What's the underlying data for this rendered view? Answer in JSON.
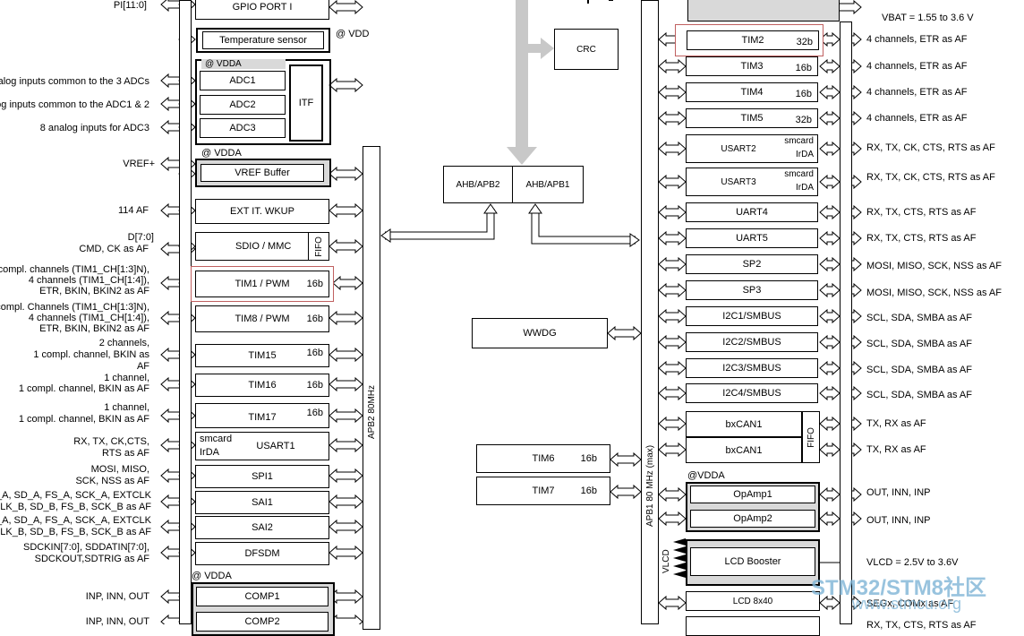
{
  "left_signals": {
    "pi": "PI[11:0]",
    "adc_common3": "alog inputs common to the 3 ADCs",
    "adc_common12": "og inputs common to the ADC1 & 2",
    "adc3_inputs": "8 analog inputs for ADC3",
    "vref": "VREF+",
    "af114": "114 AF",
    "d70": "D[7:0]",
    "cmd_ck": "CMD, CK as AF",
    "tim1_a": "compl. channels (TIM1_CH[1:3]N),",
    "tim1_b": "4 channels (TIM1_CH[1:4]),",
    "tim1_c": "ETR, BKIN, BKIN2 as AF",
    "tim8_a": "compl. Channels (TIM1_CH[1:3]N),",
    "tim8_b": "4 channels (TIM1_CH[1:4]),",
    "tim8_c": "ETR, BKIN, BKIN2 as AF",
    "tim15_a": "2 channels,",
    "tim15_b": "1 compl. channel, BKIN as",
    "tim15_c": "AF",
    "tim16_a": "1 channel,",
    "tim16_b": "1 compl. channel, BKIN as AF",
    "tim17_a": "1 channel,",
    "tim17_b": "1 compl. channel, BKIN as AF",
    "usart1_a": "RX, TX, CK,CTS,",
    "usart1_b": "RTS as AF",
    "spi1_a": "MOSI, MISO,",
    "spi1_b": "SCK, NSS as AF",
    "sai1_a": "_A, SD_A, FS_A, SCK_A, EXTCLK",
    "sai1_b": "CLK_B, SD_B, FS_B, SCK_B as AF",
    "sai2_a": "_A, SD_A, FS_A, SCK_A, EXTCLK",
    "sai2_b": "CLK_B, SD_B, FS_B, SCK_B as AF",
    "dfsdm_a": "SDCKIN[7:0], SDDATIN[7:0],",
    "dfsdm_b": "SDCKOUT,SDTRIG as AF",
    "comp1": "INP, INN, OUT",
    "comp2": "INP, INN, OUT"
  },
  "left_blocks": {
    "gpio_i": "GPIO PORT I",
    "temp_sensor": "Temperature sensor",
    "vdd": "@ VDD",
    "vdda_adc": "@ VDDA",
    "adc1": "ADC1",
    "adc2": "ADC2",
    "adc3": "ADC3",
    "itf": "ITF",
    "vdda_vref": "@ VDDA",
    "vref_buffer": "VREF Buffer",
    "ext_it": "EXT IT. WKUP",
    "sdio": "SDIO / MMC",
    "fifo": "FIFO",
    "tim1": "TIM1 / PWM",
    "tim1_bits": "16b",
    "tim8": "TIM8 / PWM",
    "tim8_bits": "16b",
    "tim15": "TIM15",
    "tim15_bits": "16b",
    "tim16": "TIM16",
    "tim16_bits": "16b",
    "tim17": "TIM17",
    "tim17_bits": "16b",
    "usart1_smartcard": "smcard",
    "usart1_irda": "IrDA",
    "usart1": "USART1",
    "spi1": "SPI1",
    "sai1": "SAI1",
    "sai2": "SAI2",
    "dfsdm": "DFSDM",
    "vdda_comp": "@ VDDA",
    "comp1": "COMP1",
    "comp2": "COMP2"
  },
  "center_blocks": {
    "crc": "CRC",
    "ahb_apb2": "AHB/APB2",
    "ahb_apb1": "AHB/APB1",
    "wwdg": "WWDG",
    "tim6": "TIM6",
    "tim6_bits": "16b",
    "tim7": "TIM7",
    "tim7_bits": "16b",
    "apb2_bus": "APB2 80MHz",
    "apb1_bus": "APB1 80 MHz (max)"
  },
  "right_blocks": {
    "vbat": "VBAT = 1.55 to 3.6 V",
    "tim2": "TIM2",
    "tim2_bits": "32b",
    "tim3": "TIM3",
    "tim3_bits": "16b",
    "tim4": "TIM4",
    "tim4_bits": "16b",
    "tim5": "TIM5",
    "tim5_bits": "32b",
    "usart2": "USART2",
    "usart3": "USART3",
    "smcard": "smcard",
    "irda": "IrDA",
    "uart4": "UART4",
    "uart5": "UART5",
    "sp2": "SP2",
    "sp3": "SP3",
    "i2c1": "I2C1/SMBUS",
    "i2c2": "I2C2/SMBUS",
    "i2c3": "I2C3/SMBUS",
    "i2c4": "I2C4/SMBUS",
    "bxcan1_a": "bxCAN1",
    "bxcan1_b": "bxCAN1",
    "fifo": "FIFO",
    "vdda_opamp": "@VDDA",
    "opamp1": "OpAmp1",
    "opamp2": "OpAmp2",
    "lcd_booster": "LCD Booster",
    "vlcd_side": "VLCD",
    "lcd": "LCD 8x40"
  },
  "right_signals": {
    "tim2": "4 channels, ETR as AF",
    "tim3": "4 channels, ETR as AF",
    "tim4": "4 channels, ETR as AF",
    "tim5": "4 channels, ETR as AF",
    "usart2": "RX, TX, CK, CTS, RTS as AF",
    "usart3": "RX, TX, CK, CTS, RTS as AF",
    "uart4": "RX, TX, CTS, RTS as AF",
    "uart5": "RX, TX, CTS, RTS as AF",
    "sp2": "MOSI, MISO, SCK, NSS as AF",
    "sp3": "MOSI, MISO, SCK, NSS as AF",
    "i2c1": "SCL, SDA, SMBA as AF",
    "i2c2": "SCL, SDA, SMBA as AF",
    "i2c3": "SCL, SDA, SMBA as AF",
    "i2c4": "SCL, SDA, SMBA as AF",
    "can_a": "TX, RX as AF",
    "can_b": "TX, RX as AF",
    "opamp1": "OUT, INN, INP",
    "opamp2": "OUT, INN, INP",
    "vlcd": "VLCD = 2.5V to 3.6V",
    "lcd": "SEGx, COMx as AF",
    "bottom": "RX, TX, CTS, RTS as AF"
  },
  "watermark": {
    "title": "STM32/STM8社区",
    "url": "www.stmcu.org"
  }
}
